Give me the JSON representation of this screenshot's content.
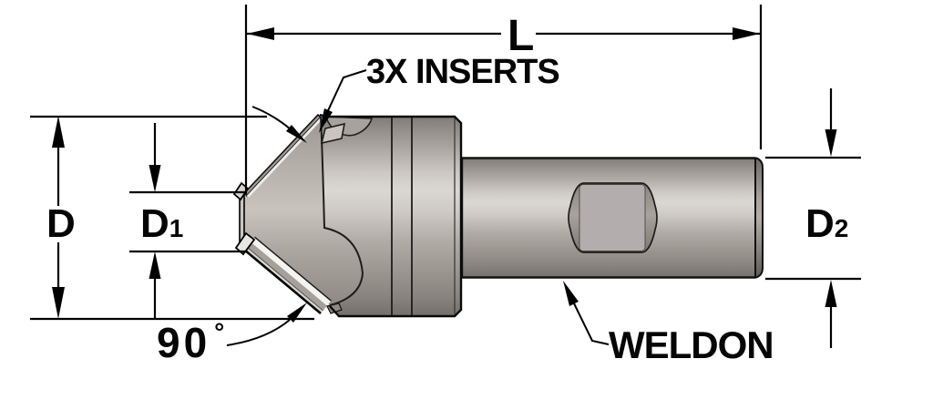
{
  "labels": {
    "length": "L",
    "inserts": "3X INSERTS",
    "diameter": "D",
    "diameter1": {
      "base": "D",
      "sub": "1"
    },
    "diameter2": {
      "base": "D",
      "sub": "2"
    },
    "angle": {
      "value": "90",
      "unit": "°"
    },
    "weldon": "WELDON"
  },
  "colors": {
    "background": "#ffffff",
    "line": "#000000",
    "metal_highlight": "#dbd7d2",
    "metal_mid": "#b2aca7",
    "metal_shadow": "#746f6a",
    "weldon_flat": "#b4adad",
    "insert_face": "#f4f3f0"
  }
}
